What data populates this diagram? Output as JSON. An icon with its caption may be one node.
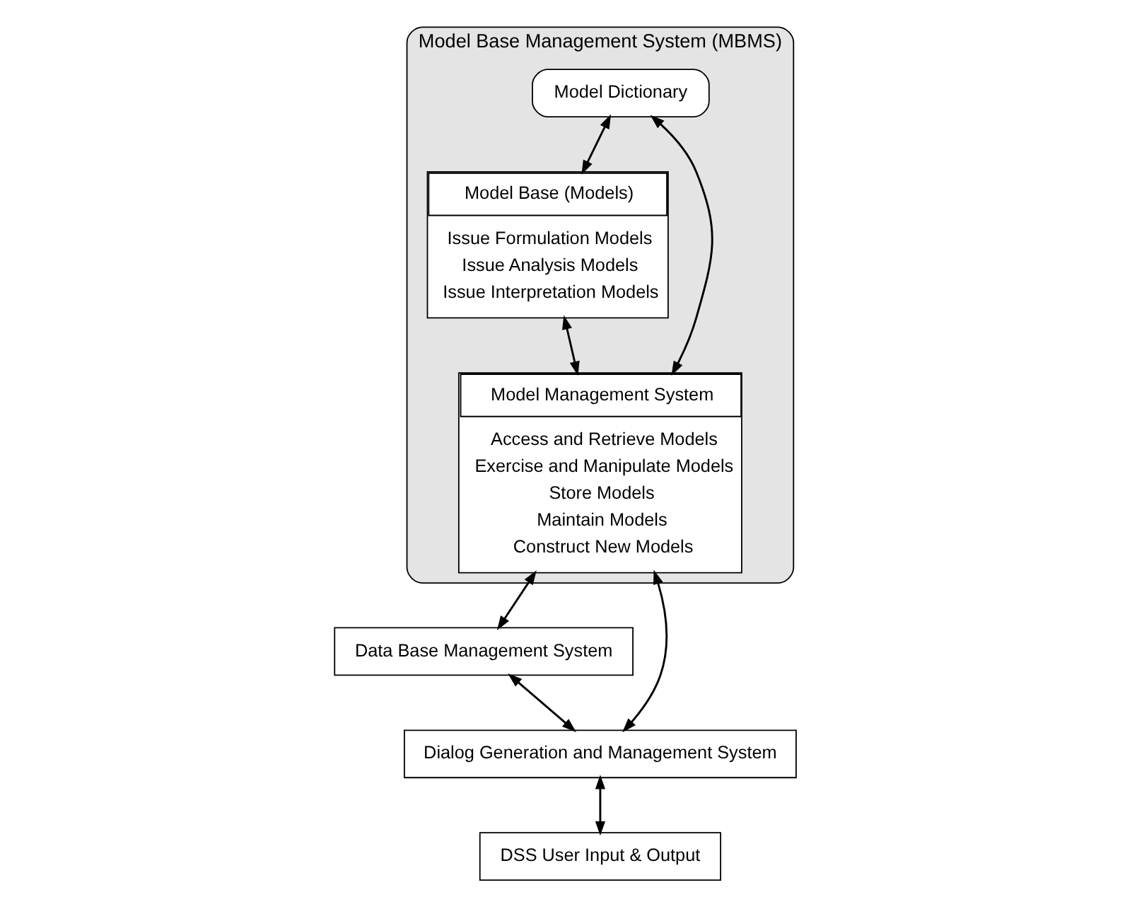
{
  "diagram": {
    "nodes": [
      {
        "text": [
          "Model Base Management System (MBMS)"
        ]
      },
      {
        "text": [
          "Model Base (Models)",
          "Issue Formulation Models",
          "Issue Analysis Models",
          "Issue Interpretation Models"
        ],
        "in": 0
      },
      {
        "text": [
          "Model Dictionary"
        ],
        "in": 0
      },
      {
        "text": [
          "Model Management System",
          "Access and Retrieve Models",
          "Exercise and Manipulate Models",
          "Store Models",
          "Maintain Models",
          "Construct New Models"
        ],
        "in": 0
      },
      {
        "text": [
          "Data Base Management System"
        ]
      },
      {
        "text": [
          "Dialog Generation and Management System"
        ]
      },
      {
        "text": [
          "DSS User Input & Output"
        ]
      }
    ],
    "edges": [
      {
        "from": 2,
        "to": 1,
        "arrow": "both"
      },
      {
        "from": 1,
        "to": 3,
        "arrow": "both"
      },
      {
        "from": 2,
        "to": 3,
        "arrow": "both"
      },
      {
        "from": 3,
        "to": 4,
        "arrow": "both"
      },
      {
        "from": 3,
        "to": 5,
        "arrow": "both"
      },
      {
        "from": 4,
        "to": 5,
        "arrow": "both"
      },
      {
        "from": 5,
        "to": 6,
        "arrow": "both"
      }
    ]
  }
}
